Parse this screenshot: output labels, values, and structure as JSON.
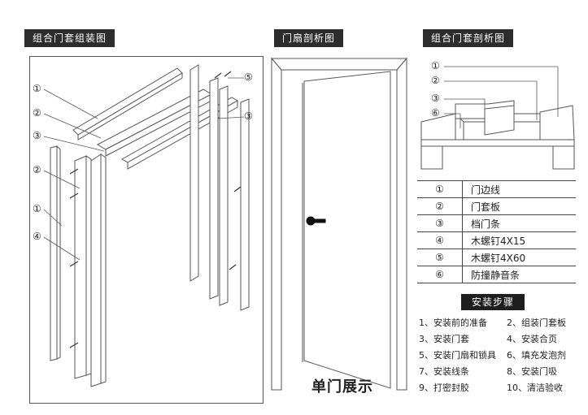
{
  "headers": {
    "assembly": "组合门套组装图",
    "leaf_section": "门扇剖析图",
    "frame_section": "组合门套剖析图"
  },
  "callouts": {
    "assembly_left": [
      "①",
      "②",
      "③",
      "②",
      "①",
      "④"
    ],
    "assembly_right": [
      "⑤",
      "③"
    ],
    "section": [
      "①",
      "②",
      "③",
      "⑥"
    ]
  },
  "parts_table": [
    {
      "num": "①",
      "name": "门边线"
    },
    {
      "num": "②",
      "name": "门套板"
    },
    {
      "num": "③",
      "name": "档门条"
    },
    {
      "num": "④",
      "name": "木螺钉4X15"
    },
    {
      "num": "⑤",
      "name": "木螺钉4X60"
    },
    {
      "num": "⑥",
      "name": "防撞静音条"
    }
  ],
  "steps_title": "安装步骤",
  "steps": [
    "1、安装前的准备",
    "2、组装门套板",
    "3、安装门套",
    "4、安装合页",
    "5、安装门扇和锁具",
    "6、填充发泡剂",
    "7、安装线条",
    "8、安装门吸",
    "9、打密封胶",
    "10、清洁验收"
  ],
  "caption": "单门展示",
  "colors": {
    "header_bg": "#2d2d2d",
    "line": "#444444"
  }
}
